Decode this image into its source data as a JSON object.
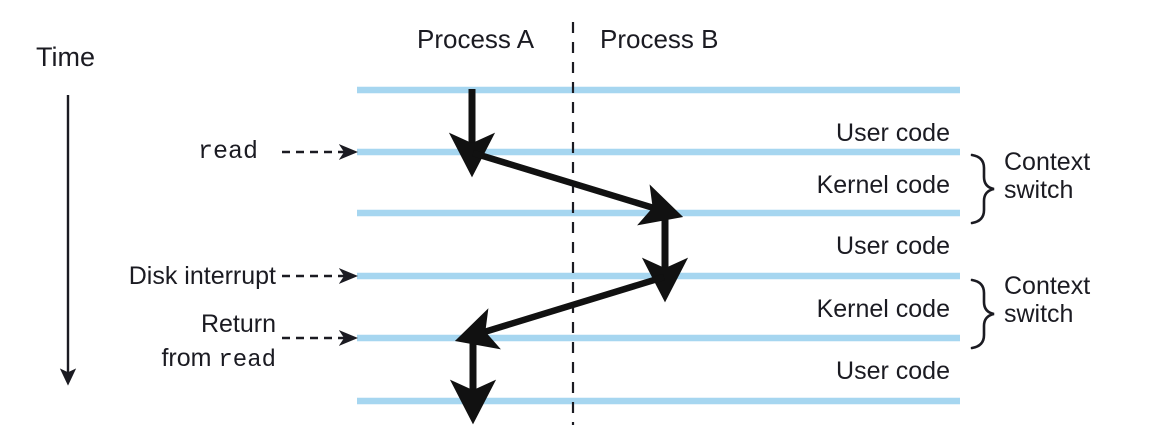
{
  "figure": {
    "title_axis_label": "Time",
    "columns": [
      {
        "id": "process-a",
        "label": "Process A"
      },
      {
        "id": "process-b",
        "label": "Process B"
      }
    ],
    "divider": {
      "style": "dashed",
      "orientation": "vertical"
    },
    "bands": [
      {
        "index": 0,
        "label": "User code",
        "process": "Process A"
      },
      {
        "index": 1,
        "label": "Kernel code",
        "process": "Process A"
      },
      {
        "index": 2,
        "label": "User code",
        "process": "Process B"
      },
      {
        "index": 3,
        "label": "Kernel code",
        "process": "Process B"
      },
      {
        "index": 4,
        "label": "User code",
        "process": "Process A"
      }
    ],
    "band_labels": [
      "User code",
      "Kernel code",
      "User code",
      "Kernel code",
      "User code"
    ],
    "braces": [
      {
        "id": "context-switch-1",
        "label_line1": "Context",
        "label_line2": "switch"
      },
      {
        "id": "context-switch-2",
        "label_line1": "Context",
        "label_line2": "switch"
      }
    ],
    "event_labels": [
      {
        "id": "read-call",
        "text": "read",
        "font": "mono"
      },
      {
        "id": "disk-interrupt",
        "text": "Disk interrupt",
        "font": "sans"
      },
      {
        "id": "return-from-read-line1",
        "text": "Return",
        "font": "sans"
      },
      {
        "id": "return-from-read-line2-prefix",
        "text": "from ",
        "font": "sans"
      },
      {
        "id": "return-from-read-line2-call",
        "text": "read",
        "font": "mono"
      }
    ],
    "colors": {
      "band_line": "#a6d6f0",
      "arrow": "#111111",
      "text": "#1b1b22",
      "background": "#ffffff"
    }
  }
}
